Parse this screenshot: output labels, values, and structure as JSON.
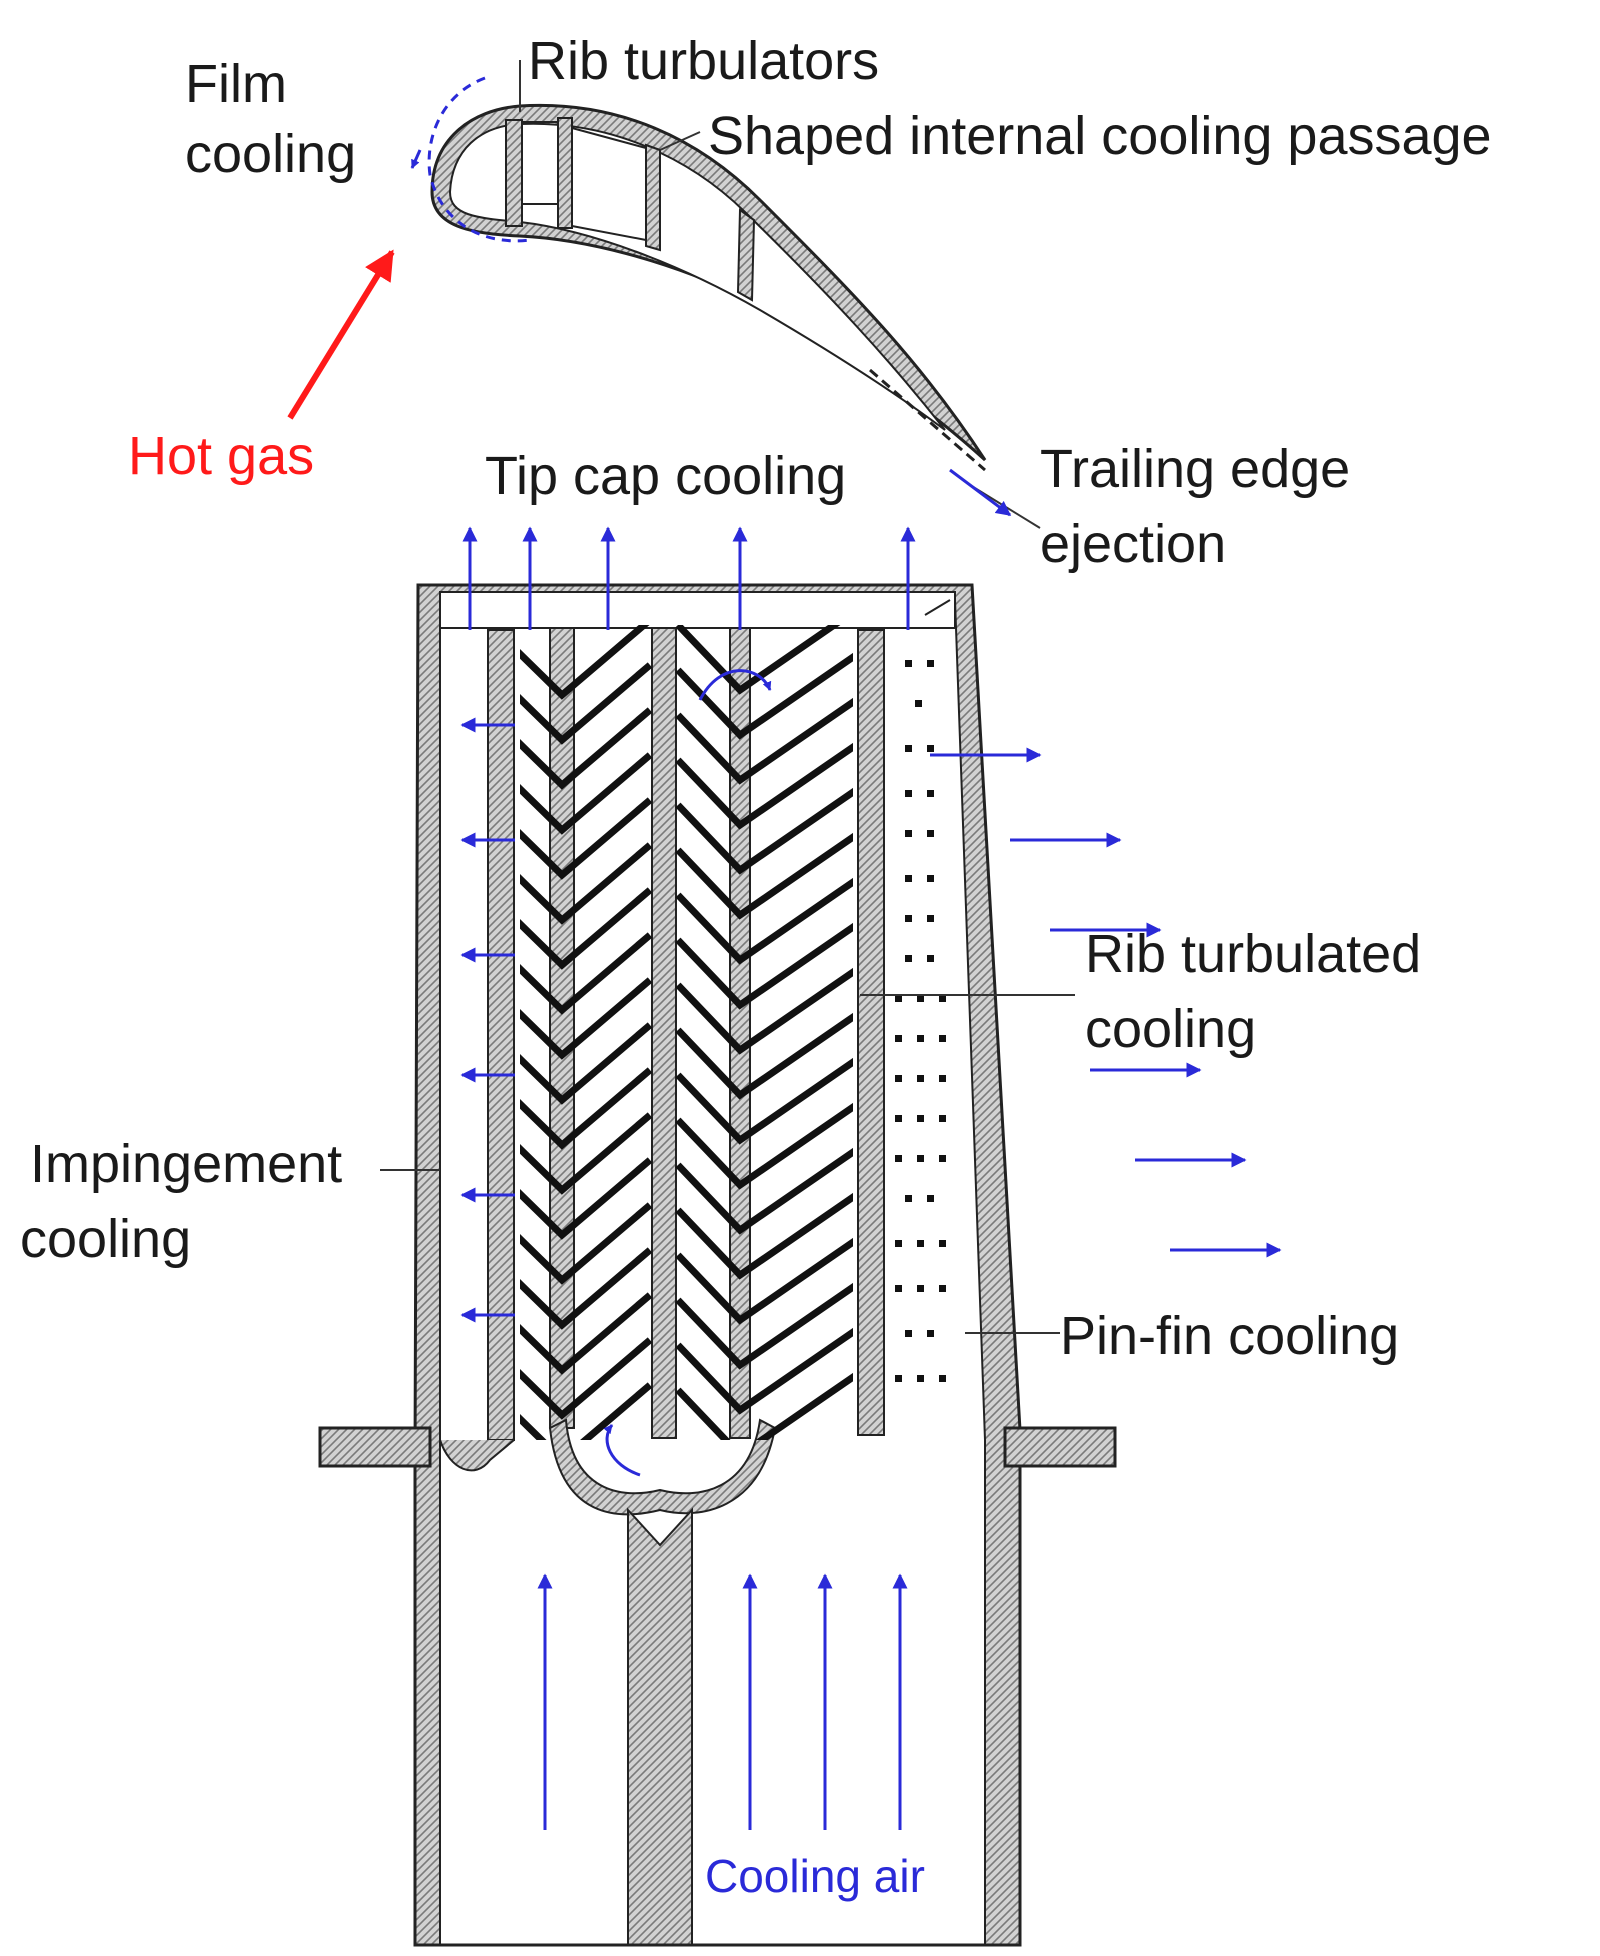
{
  "labels": {
    "film_cooling_line1": "Film",
    "film_cooling_line2": "cooling",
    "rib_turbulators": "Rib turbulators",
    "shaped_passage": "Shaped internal cooling passage",
    "hot_gas": "Hot gas",
    "tip_cap_cooling": "Tip cap cooling",
    "trailing_edge_line1": "Trailing edge",
    "trailing_edge_line2": "ejection",
    "rib_turbulated_line1": "Rib turbulated",
    "rib_turbulated_line2": "cooling",
    "impingement_line1": "Impingement",
    "impingement_line2": "cooling",
    "pin_fin_cooling": "Pin-fin cooling",
    "cooling_air": "Cooling air"
  },
  "colors": {
    "flow_arrow": "#2a2ad8",
    "hot_gas": "#ff1a1a",
    "wall_fill": "#c8c8c8",
    "outline": "#222222",
    "rib": "#111111"
  }
}
